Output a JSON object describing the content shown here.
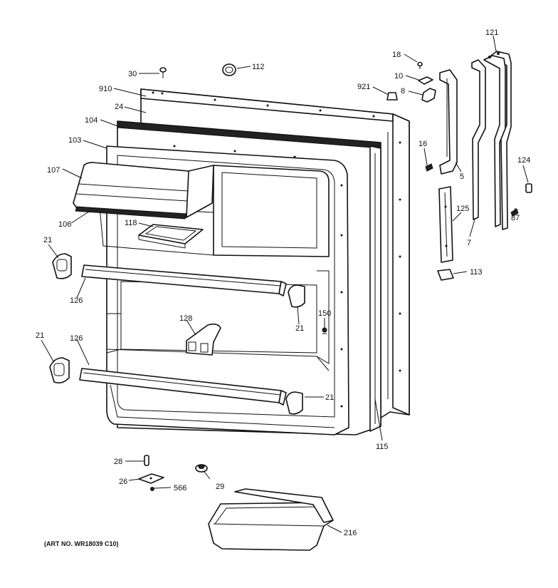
{
  "art_number": "(ART NO. WR18039 C10)",
  "callouts": {
    "c30": "30",
    "c112": "112",
    "c910": "910",
    "c24": "24",
    "c104": "104",
    "c103": "103",
    "c107": "107",
    "c106": "106",
    "c118": "118",
    "c21_a": "21",
    "c126_a": "126",
    "c128": "128",
    "c21_b": "21",
    "c150": "150",
    "c21_c": "21",
    "c126_b": "126",
    "c21_d": "21",
    "c115": "115",
    "c18": "18",
    "c10": "10",
    "c921": "921",
    "c8": "8",
    "c121": "121",
    "c16": "16",
    "c5": "5",
    "c124": "124",
    "c125": "125",
    "c87": "87",
    "c7": "7",
    "c113": "113",
    "c28": "28",
    "c26": "26",
    "c566": "566",
    "c29": "29",
    "c216": "216"
  }
}
